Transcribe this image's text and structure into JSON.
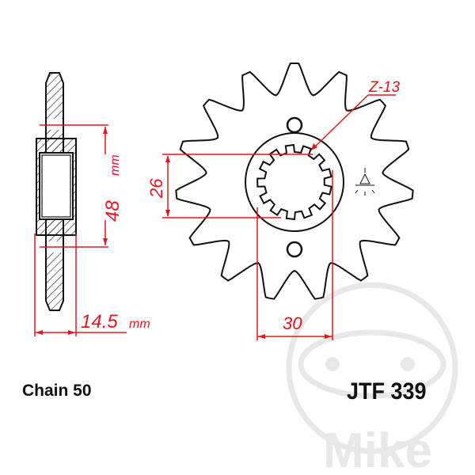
{
  "dimensions": {
    "hub_diameter": "48",
    "hub_diameter_unit": "mm",
    "width": "14.5",
    "width_unit": "mm",
    "spline_inner": "26",
    "spline_outer": "30",
    "spline_teeth": "Z-13"
  },
  "chain_label": "Chain 50",
  "part_number": "JTF 339",
  "watermark": "Mike",
  "sprocket_teeth": 15,
  "colors": {
    "dimension": "#e8141c",
    "outline": "#111111",
    "watermark": "#e6e6e6"
  }
}
